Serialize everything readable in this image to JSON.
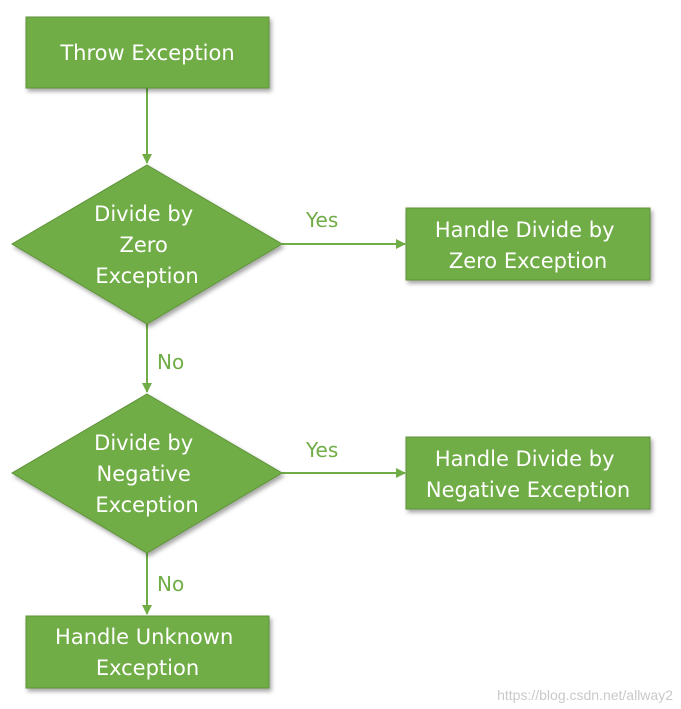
{
  "colors": {
    "node_fill": "#70ad47",
    "node_stroke": "#5f9339",
    "connector": "#70ad47",
    "label_text": "#ffffff",
    "edge_label": "#70ad47"
  },
  "nodes": {
    "throw_exception": {
      "shape": "rectangle",
      "lines": [
        "Throw Exception"
      ]
    },
    "decision_zero": {
      "shape": "diamond",
      "lines": [
        "Divide by",
        "Zero",
        "Exception"
      ]
    },
    "handle_zero": {
      "shape": "rectangle",
      "lines": [
        "Handle Divide by",
        "Zero Exception"
      ]
    },
    "decision_negative": {
      "shape": "diamond",
      "lines": [
        "Divide by",
        "Negative",
        "Exception"
      ]
    },
    "handle_negative": {
      "shape": "rectangle",
      "lines": [
        "Handle Divide by",
        "Negative Exception"
      ]
    },
    "handle_unknown": {
      "shape": "rectangle",
      "lines": [
        "Handle Unknown",
        "Exception"
      ]
    }
  },
  "edges": {
    "throw_to_zero": {
      "from": "throw_exception",
      "to": "decision_zero",
      "label": ""
    },
    "zero_yes": {
      "from": "decision_zero",
      "to": "handle_zero",
      "label": "Yes"
    },
    "zero_no": {
      "from": "decision_zero",
      "to": "decision_negative",
      "label": "No"
    },
    "negative_yes": {
      "from": "decision_negative",
      "to": "handle_negative",
      "label": "Yes"
    },
    "negative_no": {
      "from": "decision_negative",
      "to": "handle_unknown",
      "label": "No"
    }
  },
  "watermark": "https://blog.csdn.net/allway2"
}
